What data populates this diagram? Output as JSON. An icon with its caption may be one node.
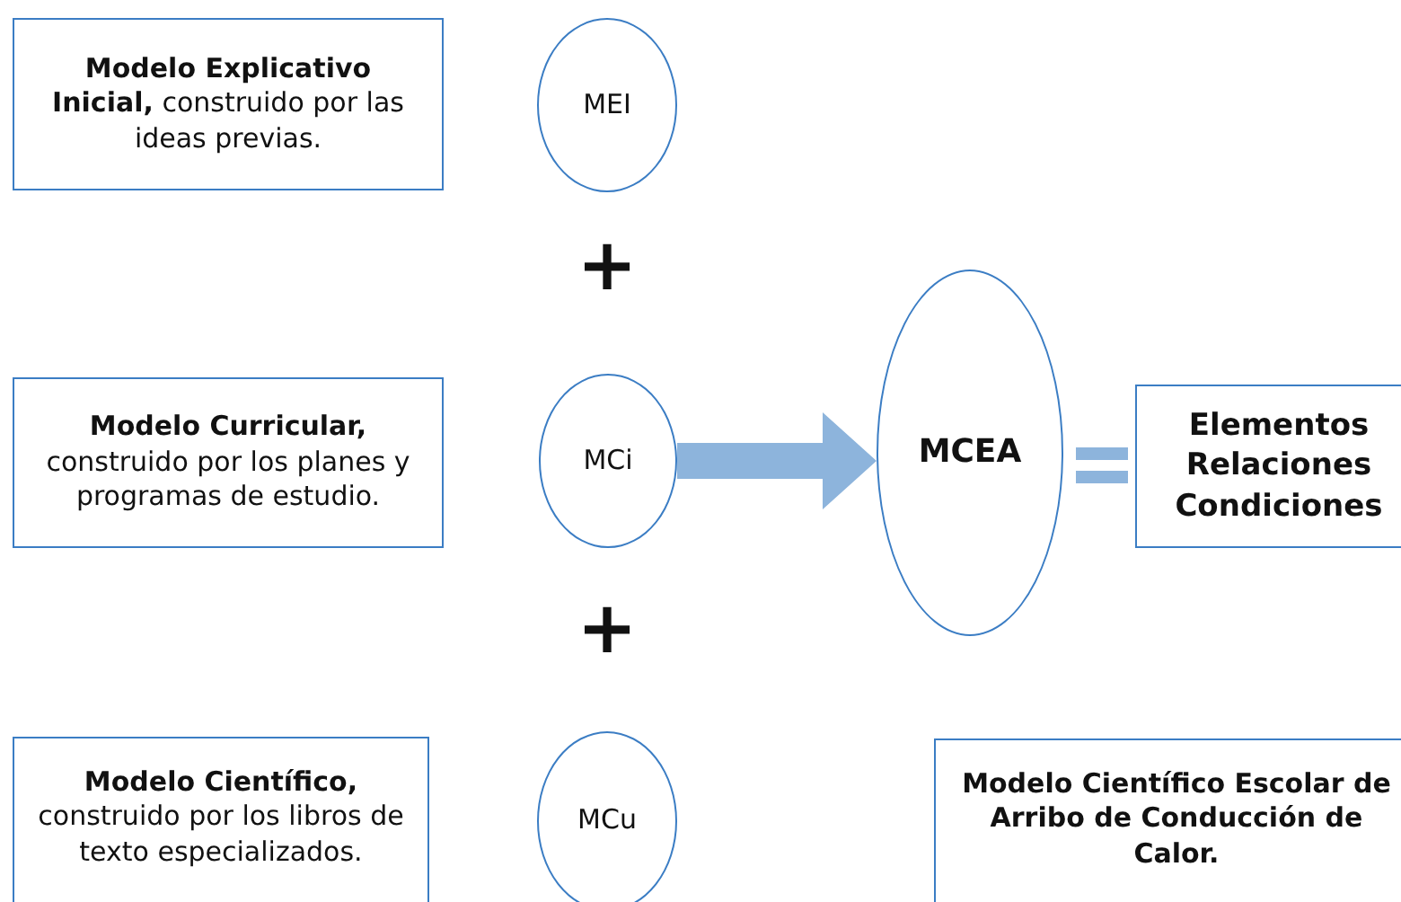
{
  "diagram": {
    "nodes": [
      {
        "text": [
          "**Modelo Explicativo Inicial,** construido por las ideas previas."
        ]
      },
      {
        "text": [
          "MEI"
        ]
      },
      {
        "text": [
          "**Modelo Curricular,** construido por los planes y programas de estudio."
        ]
      },
      {
        "text": [
          "MCi"
        ]
      },
      {
        "text": [
          "**Modelo Científico,** construido por los libros de texto especializados."
        ]
      },
      {
        "text": [
          "MCu"
        ]
      },
      {
        "text": [
          "MCEA"
        ]
      },
      {
        "text": [
          "Elementos Relaciones Condiciones"
        ]
      },
      {
        "text": [
          "Modelo Científico Escolar de Arribo de Conducción de Calor."
        ]
      }
    ],
    "edges": [
      {
        "from": 3,
        "to": 6,
        "arrow": "to",
        "style": "thick",
        "color": "#8db4dc"
      }
    ],
    "labels": [
      "+",
      "+"
    ]
  }
}
